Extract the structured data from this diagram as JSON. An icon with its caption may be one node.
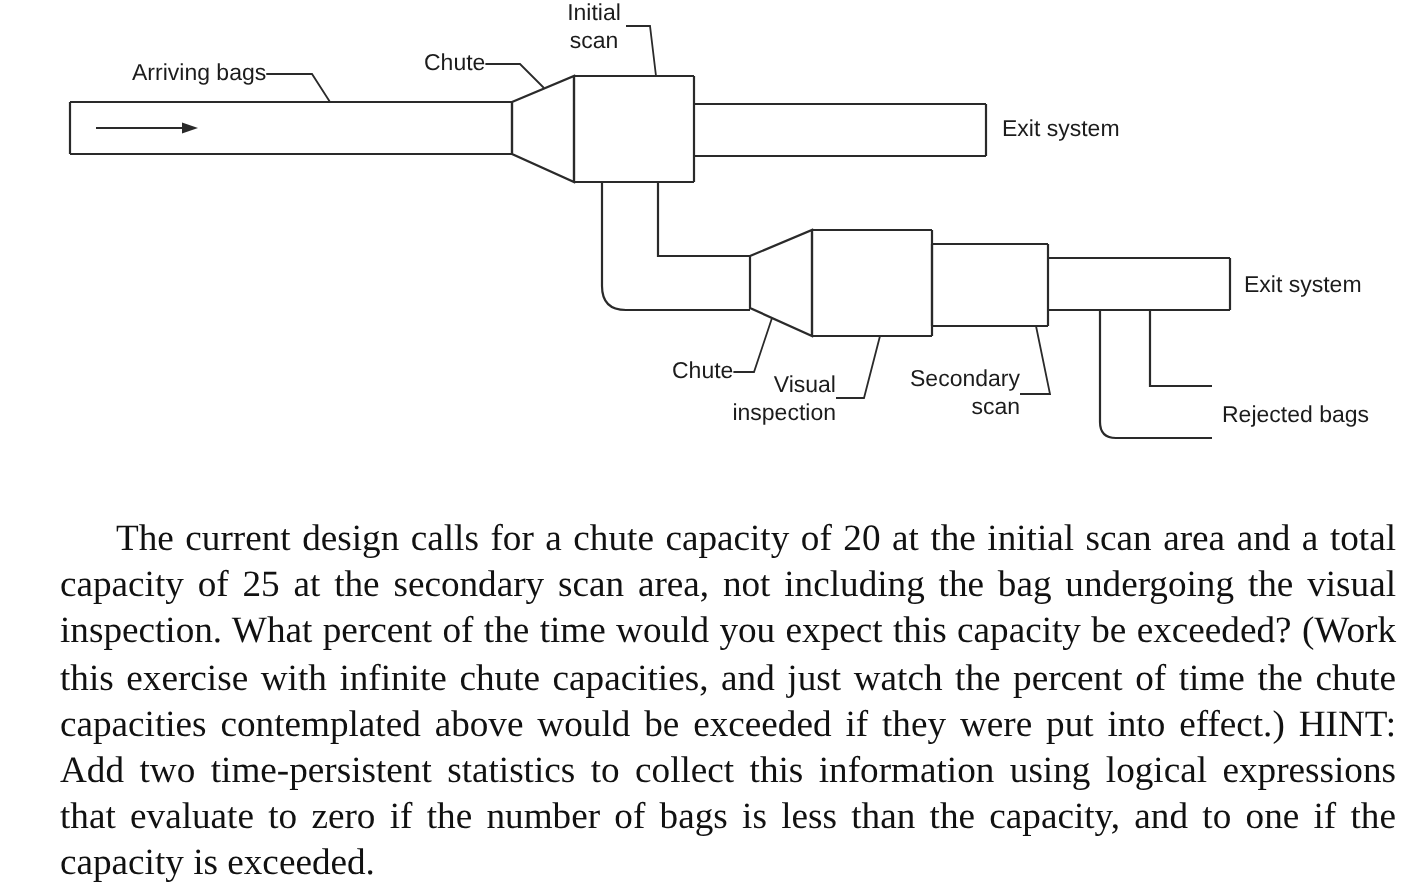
{
  "diagram": {
    "nodes": [
      {
        "text": [
          "Arriving bags"
        ]
      },
      {
        "text": [],
        "shape": "box"
      },
      {
        "text": [
          "Chute"
        ]
      },
      {
        "text": [],
        "shape": "trapezoid"
      },
      {
        "text": [
          "Initial scan"
        ]
      },
      {
        "text": [],
        "shape": "box"
      },
      {
        "text": [],
        "shape": "box",
        "beside": [
          "Exit system"
        ]
      },
      {
        "text": [],
        "shape": "pipe"
      },
      {
        "text": [
          "Chute"
        ]
      },
      {
        "text": [],
        "shape": "trapezoid"
      },
      {
        "text": [
          "Visual inspection"
        ]
      },
      {
        "text": [],
        "shape": "box"
      },
      {
        "text": [
          "Secondary scan"
        ]
      },
      {
        "text": [],
        "shape": "box"
      },
      {
        "text": [],
        "shape": "box",
        "beside": [
          "Exit system"
        ]
      },
      {
        "text": [],
        "shape": "pipe",
        "beside": [
          "Rejected bags"
        ]
      }
    ],
    "edges": [
      {
        "from": 0,
        "to": 1,
        "arrow": "none"
      },
      {
        "from": 2,
        "to": 3,
        "arrow": "none"
      },
      {
        "from": 4,
        "to": 5,
        "arrow": "none"
      },
      {
        "from": 8,
        "to": 9,
        "arrow": "none"
      },
      {
        "from": 10,
        "to": 11,
        "arrow": "none"
      },
      {
        "from": 12,
        "to": 13,
        "arrow": "none"
      }
    ],
    "labels": [
      "The current design calls for a chute capacity of 20 at the initial scan area and a total capacity of 25 at the secondary scan area, not including the bag undergoing the visual inspection. What percent of the time would you expect this capacity be exceeded? (Work this exercise with infinite chute capacities, and just watch the percent of time the chute capacities contemplated above would be exceeded if they were put into effect.) HINT: Add two time-persistent statistics to collect this information using logical expressions that evaluate to zero if the number of bags is less than the capacity, and to one if the capacity is exceeded."
    ]
  }
}
